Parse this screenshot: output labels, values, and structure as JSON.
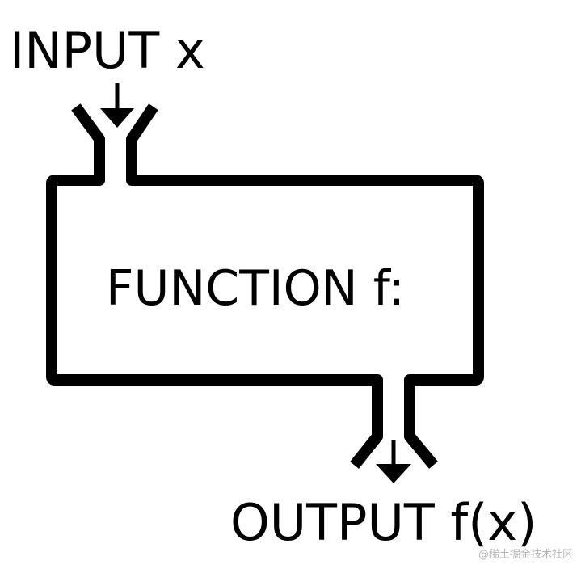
{
  "diagram": {
    "input_label": "INPUT x",
    "function_label": "FUNCTION f:",
    "output_label": "OUTPUT f(x)"
  },
  "watermark": {
    "text": "@稀土掘金技术社区"
  },
  "colors": {
    "stroke": "#000000",
    "background": "#ffffff",
    "watermark": "#b5b5b5"
  }
}
